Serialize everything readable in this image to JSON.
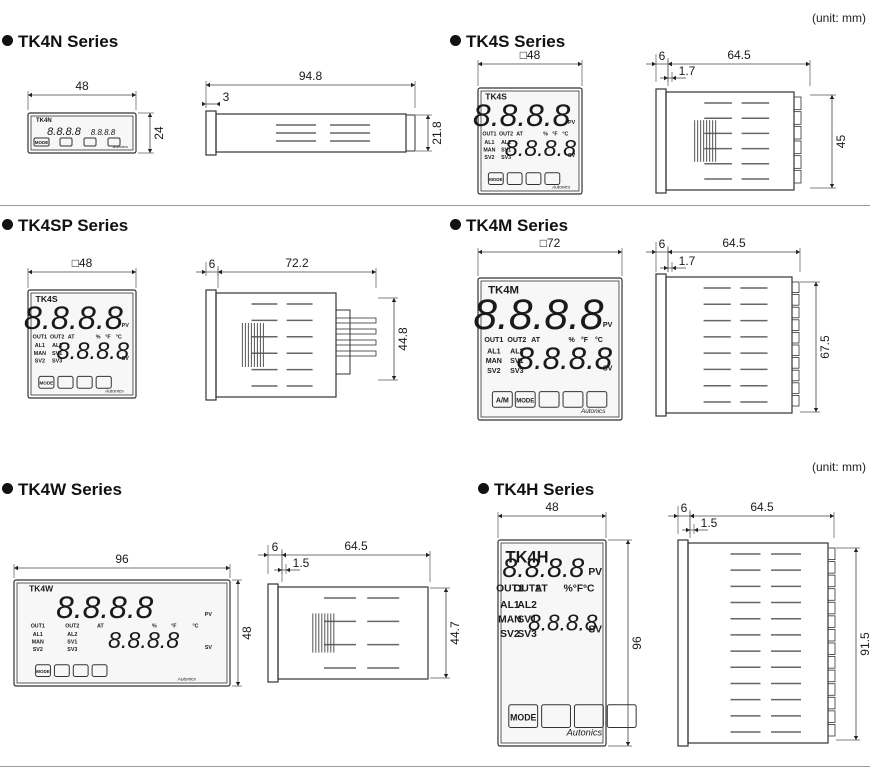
{
  "units": {
    "top": "(unit: mm)",
    "bottom": "(unit: mm)"
  },
  "series": {
    "tk4n": {
      "title": "TK4N Series",
      "front_width": "48",
      "front_height": "24",
      "side_length": "94.8",
      "side_bezel": "3",
      "side_height": "21.8",
      "label": "TK4N",
      "maker": "Autonics"
    },
    "tk4s": {
      "title": "TK4S Series",
      "front_width": "□48",
      "side_bezel": "6",
      "side_length": "64.5",
      "side_step": "1.7",
      "side_height": "45",
      "label": "TK4S",
      "maker": "Autonics"
    },
    "tk4sp": {
      "title": "TK4SP Series",
      "front_width": "□48",
      "side_bezel": "6",
      "side_length": "72.2",
      "side_height": "44.8",
      "label": "TK4S",
      "maker": "Autonics"
    },
    "tk4m": {
      "title": "TK4M Series",
      "front_width": "□72",
      "side_bezel": "6",
      "side_length": "64.5",
      "side_step": "1.7",
      "side_height": "67.5",
      "label": "TK4M",
      "maker": "Autonics"
    },
    "tk4w": {
      "title": "TK4W Series",
      "front_width": "96",
      "front_height": "48",
      "side_bezel": "6",
      "side_length": "64.5",
      "side_step": "1.5",
      "side_height": "44.7",
      "label": "TK4W",
      "maker": "Autonics"
    },
    "tk4h": {
      "title": "TK4H Series",
      "front_width": "48",
      "front_height": "96",
      "side_bezel": "6",
      "side_length": "64.5",
      "side_step": "1.5",
      "side_height": "91.5",
      "label": "TK4H",
      "maker": "Autonics"
    }
  },
  "panel_text": {
    "digits": "8.8.8.8",
    "pv": "PV",
    "sv": "SV",
    "out1": "OUT1",
    "out2": "OUT2",
    "at": "AT",
    "al1": "AL1",
    "al2": "AL2",
    "man": "MAN",
    "sv1": "SV1",
    "sv2": "SV2",
    "sv3": "SV3",
    "percent": "%",
    "deg_f": "°F",
    "deg_c": "°C",
    "mode": "MODE",
    "am": "A/M"
  }
}
